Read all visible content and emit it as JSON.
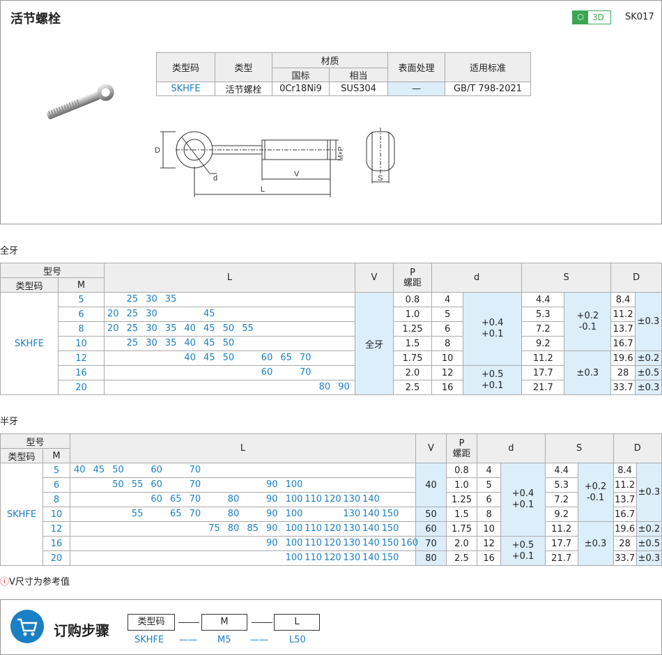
{
  "title": "活节螺栓",
  "badge_3d": "3D",
  "code": "SK017",
  "spec": {
    "h_type_code": "类型码",
    "h_type": "类型",
    "h_material": "材质",
    "h_gb": "国标",
    "h_equiv": "相当",
    "h_surface": "表面处理",
    "h_standard": "适用标准",
    "type_code": "SKHFE",
    "type": "活节螺栓",
    "gb": "0Cr18Ni9",
    "equiv": "SUS304",
    "surface": "—",
    "standard": "GB/T  798-2021"
  },
  "drawing": {
    "D": "D",
    "d": "d",
    "V": "V",
    "L": "L",
    "MxP": "M×P",
    "S": "S"
  },
  "full": {
    "section": "全牙",
    "h_model": "型号",
    "h_type_code": "类型码",
    "h_M": "M",
    "h_L": "L",
    "h_V": "V",
    "h_P": "P",
    "h_P2": "螺距",
    "h_d": "d",
    "h_S": "S",
    "h_D": "D",
    "type_code": "SKHFE",
    "v": "全牙",
    "rows": [
      {
        "M": "5",
        "L": [
          "25",
          "30",
          "35"
        ],
        "P": "0.8",
        "d": "4",
        "S": "4.4",
        "D": "8.4"
      },
      {
        "M": "6",
        "L": [
          "20",
          "25",
          "30",
          "45"
        ],
        "P": "1.0",
        "d": "5",
        "S": "5.3",
        "D": "11.2"
      },
      {
        "M": "8",
        "L": [
          "20",
          "25",
          "30",
          "35",
          "40",
          "45",
          "50",
          "55"
        ],
        "P": "1.25",
        "d": "6",
        "S": "7.2",
        "D": "13.7"
      },
      {
        "M": "10",
        "L": [
          "25",
          "30",
          "35",
          "40",
          "45",
          "50"
        ],
        "P": "1.5",
        "d": "8",
        "S": "9.2",
        "D": "16.7"
      },
      {
        "M": "12",
        "L": [
          "40",
          "45",
          "50",
          "60",
          "65",
          "70"
        ],
        "P": "1.75",
        "d": "10",
        "S": "11.2",
        "D": "19.6"
      },
      {
        "M": "16",
        "L": [
          "60",
          "70"
        ],
        "P": "2.0",
        "d": "12",
        "S": "17.7",
        "D": "28"
      },
      {
        "M": "20",
        "L": [
          "80",
          "90"
        ],
        "P": "2.5",
        "d": "16",
        "S": "21.7",
        "D": "33.7"
      }
    ],
    "d_tol1a": "+0.4",
    "d_tol1b": "+0.1",
    "d_tol2a": "+0.5",
    "d_tol2b": "+0.1",
    "s_tol1a": "+0.2",
    "s_tol1b": "-0.1",
    "s_tol2": "±0.3",
    "D_tol1": "±0.3",
    "D_tol2": "±0.2",
    "D_tol3": "±0.5",
    "D_tol4": "±0.3"
  },
  "half": {
    "section": "半牙",
    "h_model": "型号",
    "h_type_code": "类型码",
    "h_M": "M",
    "h_L": "L",
    "h_V": "V",
    "h_P": "P",
    "h_P2": "螺距",
    "h_d": "d",
    "h_S": "S",
    "h_D": "D",
    "type_code": "SKHFE",
    "rows": [
      {
        "M": "5",
        "L": [
          "40",
          "45",
          "50",
          "60",
          "70"
        ],
        "P": "0.8",
        "d": "4",
        "S": "4.4",
        "D": "8.4"
      },
      {
        "M": "6",
        "L": [
          "50",
          "55",
          "60",
          "70",
          "90",
          "100"
        ],
        "P": "1.0",
        "d": "5",
        "S": "5.3",
        "D": "11.2"
      },
      {
        "M": "8",
        "L": [
          "60",
          "65",
          "70",
          "80",
          "90",
          "100",
          "110",
          "120",
          "130",
          "140"
        ],
        "P": "1.25",
        "d": "6",
        "S": "7.2",
        "D": "13.7"
      },
      {
        "M": "10",
        "L": [
          "55",
          "65",
          "70",
          "80",
          "90",
          "100",
          "130",
          "140",
          "150"
        ],
        "V": "50",
        "P": "1.5",
        "d": "8",
        "S": "9.2",
        "D": "16.7"
      },
      {
        "M": "12",
        "L": [
          "75",
          "80",
          "85",
          "90",
          "100",
          "110",
          "120",
          "130",
          "140",
          "150"
        ],
        "V": "60",
        "P": "1.75",
        "d": "10",
        "S": "11.2",
        "D": "19.6"
      },
      {
        "M": "16",
        "L": [
          "90",
          "100",
          "110",
          "120",
          "130",
          "140",
          "150",
          "160"
        ],
        "V": "70",
        "P": "2.0",
        "d": "12",
        "S": "17.7",
        "D": "28"
      },
      {
        "M": "20",
        "L": [
          "100",
          "110",
          "120",
          "130",
          "140",
          "150"
        ],
        "V": "80",
        "P": "2.5",
        "d": "16",
        "S": "21.7",
        "D": "33.7"
      }
    ],
    "v_top": "40",
    "d_tol1a": "+0.4",
    "d_tol1b": "+0.1",
    "d_tol2a": "+0.5",
    "d_tol2b": "+0.1",
    "s_tol1a": "+0.2",
    "s_tol1b": "-0.1",
    "s_tol2": "±0.3",
    "D_tol1": "±0.3",
    "D_tol2": "±0.2",
    "D_tol3": "±0.5",
    "D_tol4": "±0.3"
  },
  "note": "V尺寸为参考值",
  "note_icon": "info-icon",
  "order": {
    "title": "订购步骤",
    "box1": "类型码",
    "box2": "M",
    "box3": "L",
    "val1": "SKHFE",
    "val2": "M5",
    "val3": "L50",
    "dash": "——"
  }
}
